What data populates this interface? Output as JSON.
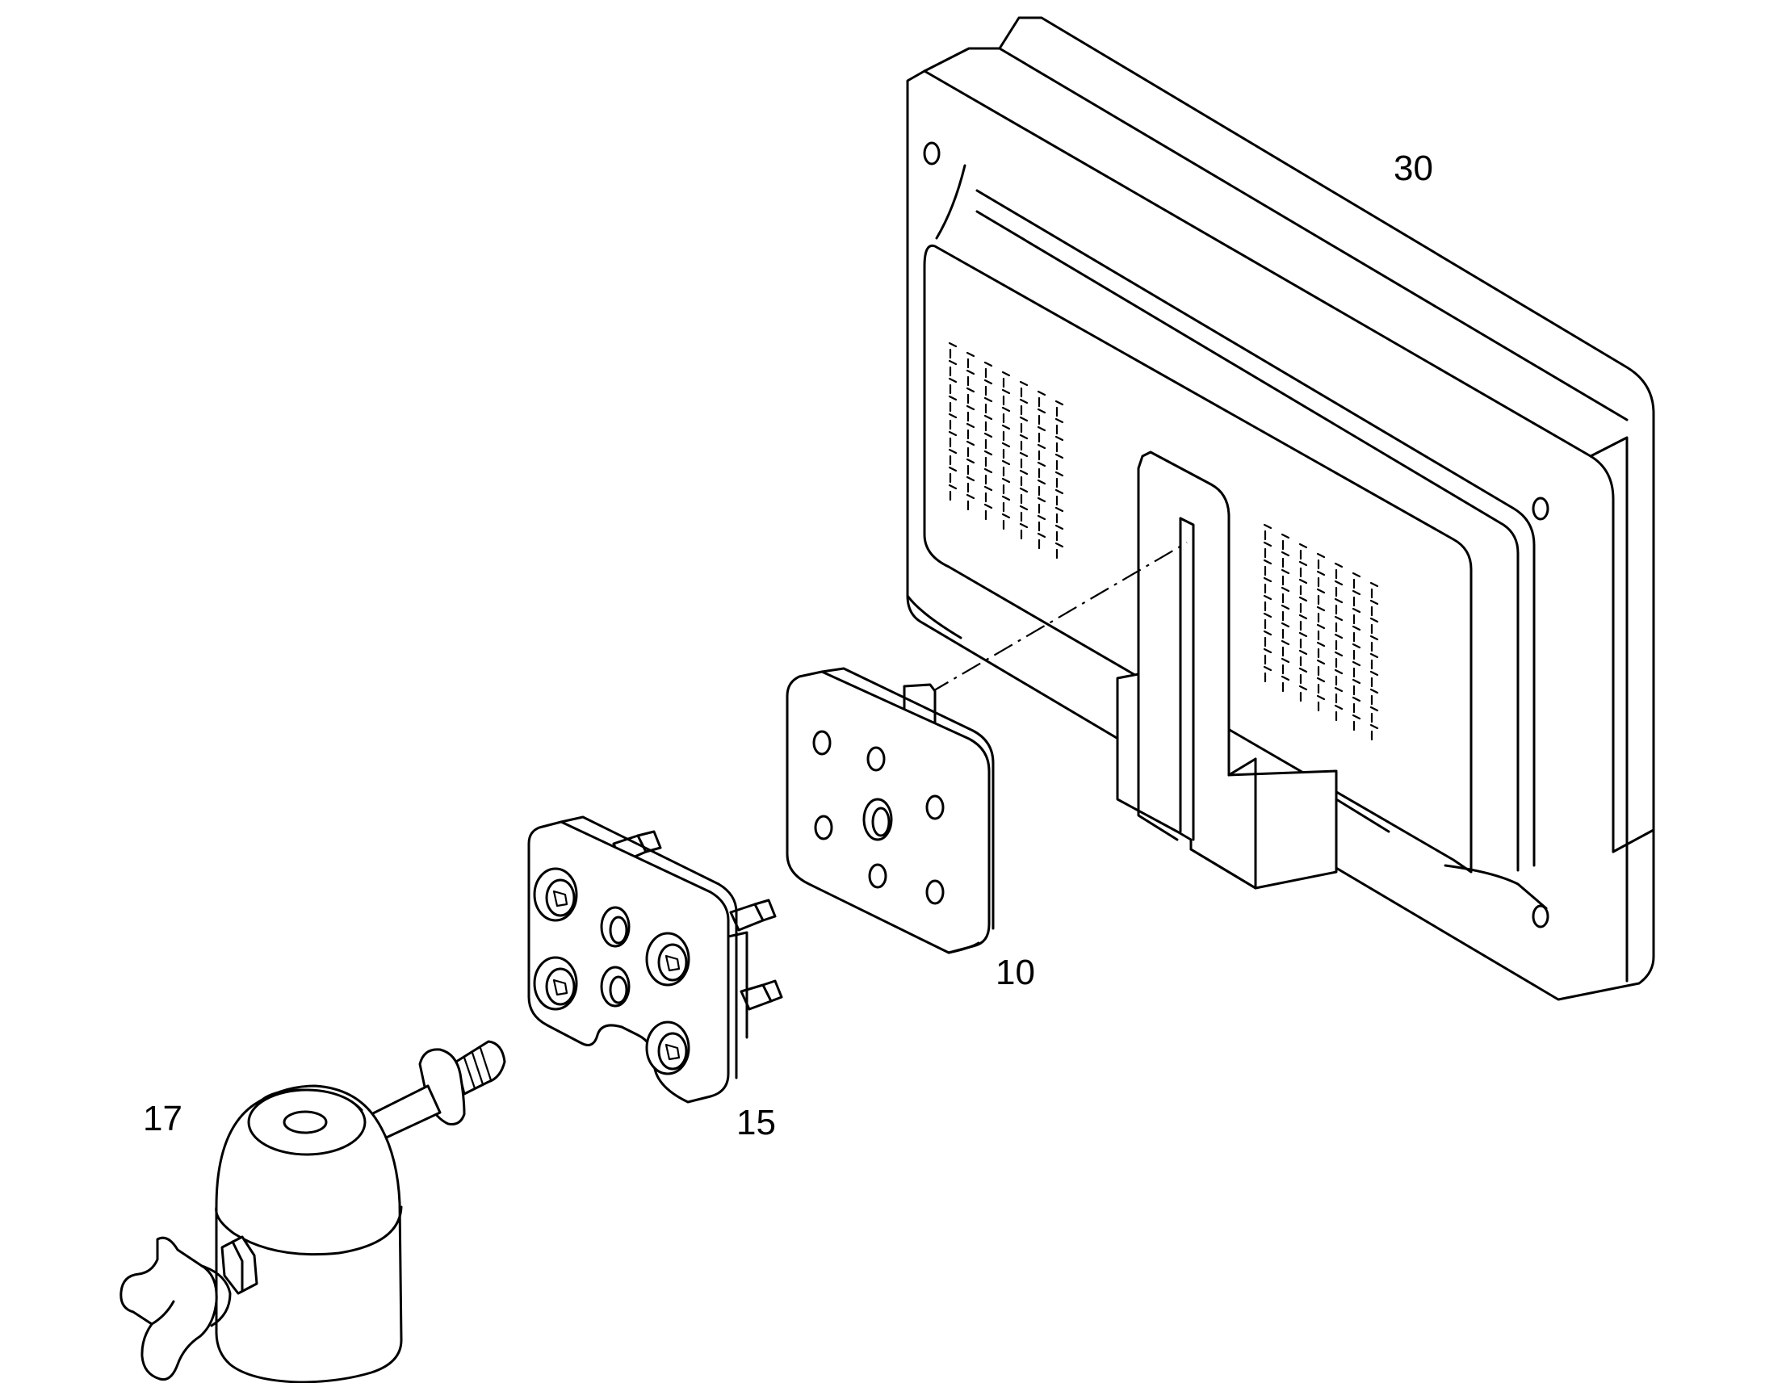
{
  "parts": [
    {
      "id": "monitor",
      "label": "30"
    },
    {
      "id": "adapter-plate",
      "label": "10"
    },
    {
      "id": "mounting-bracket",
      "label": "15"
    },
    {
      "id": "clamp-knob",
      "label": "17"
    }
  ]
}
